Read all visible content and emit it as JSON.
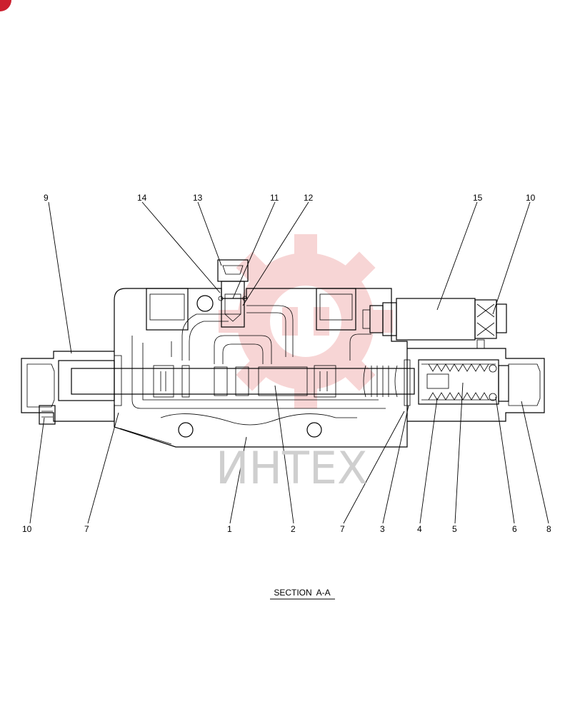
{
  "corner_badge_color": "#cc1f2e",
  "watermark": {
    "text": "ИНТЕХ",
    "gear_color": "#f2b4b4",
    "text_color": "#cfcfcf"
  },
  "callouts": {
    "c9": "9",
    "c14": "14",
    "c13": "13",
    "c11": "11",
    "c12": "12",
    "c15": "15",
    "c10_top": "10",
    "c10_bottom": "10",
    "c7_left": "7",
    "c1": "1",
    "c2": "2",
    "c7_right": "7",
    "c3": "3",
    "c4": "4",
    "c5": "5",
    "c6": "6",
    "c8": "8"
  },
  "section_caption": "SECTION  A-A"
}
